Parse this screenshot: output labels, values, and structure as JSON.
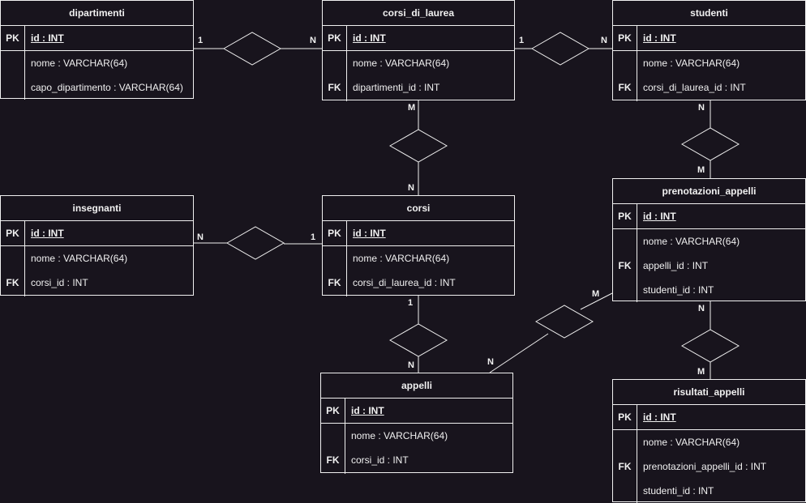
{
  "entities": {
    "dipartimenti": {
      "title": "dipartimenti",
      "pk_label": "PK",
      "pk": "id : INT",
      "fields": [
        {
          "key": "",
          "name": "nome : VARCHAR(64)"
        },
        {
          "key": "",
          "name": "capo_dipartimento : VARCHAR(64)"
        }
      ]
    },
    "corsi_di_laurea": {
      "title": "corsi_di_laurea",
      "pk_label": "PK",
      "pk": "id : INT",
      "fields": [
        {
          "key": "",
          "name": "nome : VARCHAR(64)"
        },
        {
          "key": "FK",
          "name": "dipartimenti_id : INT"
        }
      ]
    },
    "studenti": {
      "title": "studenti",
      "pk_label": "PK",
      "pk": "id : INT",
      "fields": [
        {
          "key": "",
          "name": "nome : VARCHAR(64)"
        },
        {
          "key": "FK",
          "name": "corsi_di_laurea_id : INT"
        }
      ]
    },
    "insegnanti": {
      "title": "insegnanti",
      "pk_label": "PK",
      "pk": "id : INT",
      "fields": [
        {
          "key": "",
          "name": "nome : VARCHAR(64)"
        },
        {
          "key": "FK",
          "name": "corsi_id : INT"
        }
      ]
    },
    "corsi": {
      "title": "corsi",
      "pk_label": "PK",
      "pk": "id : INT",
      "fields": [
        {
          "key": "",
          "name": "nome : VARCHAR(64)"
        },
        {
          "key": "FK",
          "name": "corsi_di_laurea_id : INT"
        }
      ]
    },
    "prenotazioni_appelli": {
      "title": "prenotazioni_appelli",
      "pk_label": "PK",
      "pk": "id : INT",
      "fields": [
        {
          "key": "",
          "name": "nome : VARCHAR(64)"
        },
        {
          "key": "FK",
          "name": "appelli_id : INT"
        },
        {
          "key": "",
          "name": "studenti_id : INT"
        }
      ]
    },
    "appelli": {
      "title": "appelli",
      "pk_label": "PK",
      "pk": "id : INT",
      "fields": [
        {
          "key": "",
          "name": "nome : VARCHAR(64)"
        },
        {
          "key": "FK",
          "name": "corsi_id : INT"
        }
      ]
    },
    "risultati_appelli": {
      "title": "risultati_appelli",
      "pk_label": "PK",
      "pk": "id : INT",
      "fields": [
        {
          "key": "",
          "name": "nome : VARCHAR(64)"
        },
        {
          "key": "FK",
          "name": "prenotazioni_appelli_id : INT"
        },
        {
          "key": "",
          "name": "studenti_id : INT"
        }
      ]
    }
  },
  "relationships": [
    {
      "from": "dipartimenti",
      "to": "corsi_di_laurea",
      "from_card": "1",
      "to_card": "N"
    },
    {
      "from": "corsi_di_laurea",
      "to": "studenti",
      "from_card": "1",
      "to_card": "N"
    },
    {
      "from": "corsi_di_laurea",
      "to": "corsi",
      "from_card": "M",
      "to_card": "N"
    },
    {
      "from": "insegnanti",
      "to": "corsi",
      "from_card": "N",
      "to_card": "1"
    },
    {
      "from": "studenti",
      "to": "prenotazioni_appelli",
      "from_card": "N",
      "to_card": "M"
    },
    {
      "from": "corsi",
      "to": "appelli",
      "from_card": "1",
      "to_card": "N"
    },
    {
      "from": "appelli",
      "to": "prenotazioni_appelli",
      "from_card": "N",
      "to_card": "M"
    },
    {
      "from": "prenotazioni_appelli",
      "to": "risultati_appelli",
      "from_card": "N",
      "to_card": "M"
    }
  ],
  "colors": {
    "background": "#18141d",
    "stroke": "#f0f0f0",
    "text": "#f0f0f0"
  }
}
